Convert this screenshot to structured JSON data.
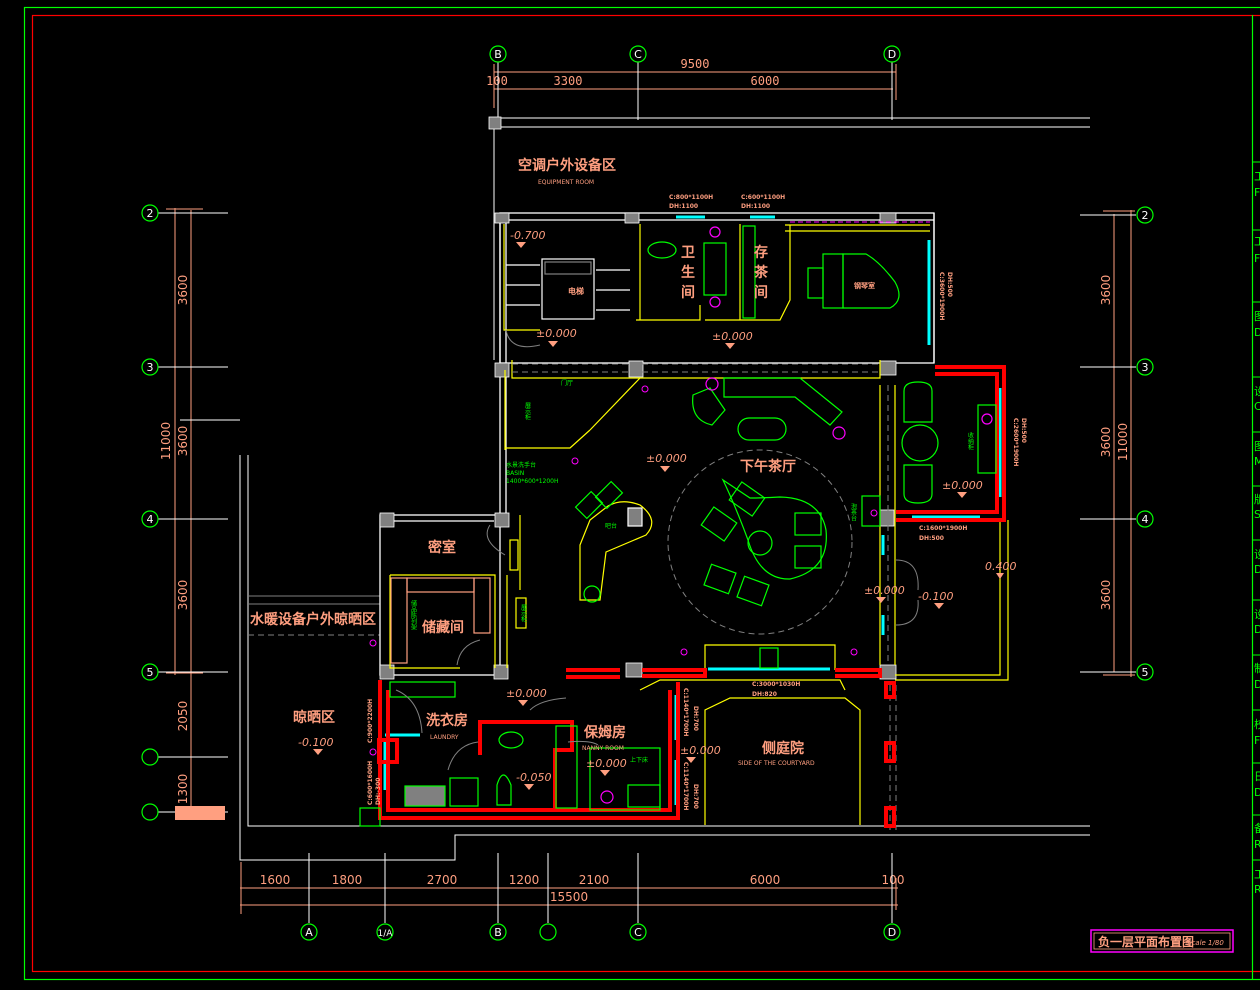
{
  "colors": {
    "background": "#000000",
    "frame_outer": "#00ff00",
    "frame_inner": "#ff0000",
    "dimension": "#ff9f80",
    "label": "#ff9f80",
    "wall": "#ffffff",
    "furniture": "#00ff00",
    "structure_yellow": "#ffff00",
    "glass": "#00ffff",
    "new_wall": "#ff0000",
    "column": "#808080",
    "magenta": "#ff00ff",
    "hidden": "#808080"
  },
  "title_block": {
    "title": "负一层平面布置图",
    "scale": "Scale 1/80"
  },
  "grid_axes": {
    "top": [
      "B",
      "C",
      "D"
    ],
    "bottom": [
      "A",
      "1/A",
      "B",
      "",
      "C",
      "D"
    ],
    "left": [
      "2",
      "3",
      "4",
      "5",
      "",
      ""
    ],
    "right": [
      "2",
      "3",
      "4",
      "5"
    ]
  },
  "dimensions": {
    "top_total": "9500",
    "top_segments": [
      "100",
      "3300",
      "6000"
    ],
    "bottom_total": "15500",
    "bottom_segments": [
      "1600",
      "1800",
      "2700",
      "1200",
      "2100",
      "6000",
      "100"
    ],
    "left_total": "11000",
    "left_segments": [
      "3600",
      "3600",
      "3600",
      "2050",
      "1300"
    ],
    "right_total": "11000",
    "right_segments": [
      "3600",
      "3600",
      "3600"
    ]
  },
  "rooms": {
    "equipment": {
      "cn": "空调户外设备区",
      "en": "EQUIPMENT ROOM"
    },
    "elevator": {
      "cn": "电梯"
    },
    "bathroom": {
      "cn": [
        "卫",
        "生",
        "间"
      ]
    },
    "tea_storage": {
      "cn": [
        "存",
        "茶",
        "间"
      ]
    },
    "piano": {
      "cn": "钢琴室"
    },
    "tea_hall": {
      "cn": "下午茶厅"
    },
    "secret_room": {
      "cn": "密室"
    },
    "storage": {
      "cn": "储藏间"
    },
    "hvac_drying": {
      "cn": "水暖设备户外晾晒区"
    },
    "drying": {
      "cn": "晾晒区"
    },
    "laundry": {
      "cn": "洗衣房",
      "en": "LAUNDRY"
    },
    "nanny": {
      "cn": "保姆房",
      "en": "NANNY ROOM"
    },
    "courtyard": {
      "cn": "侧庭院",
      "en": "SIDE OF THE COURTYARD"
    }
  },
  "small_labels": {
    "entry": "门厅",
    "display1": "展示柜",
    "display2": "展示柜",
    "bar": "吧台",
    "sink_cabinet": "水景洗手台",
    "basin": "BASIN",
    "basin_size": "1400*600*1200H",
    "tea_table": "泡茶台",
    "shelf": "收纳柜",
    "storage_rack": "储品陈列架",
    "bunk": "上下床",
    "side_cabinet": "边柜",
    "door_label": "门"
  },
  "levels": {
    "stair": "-0.700",
    "stair_landing": "±0.000",
    "bath_corridor": "±0.000",
    "hall": "±0.000",
    "tea_room": "±0.000",
    "corridor_right": "±0.000",
    "exterior_right": "-0.100",
    "terrace": "0.400",
    "drying": "-0.100",
    "laundry_front": "±0.000",
    "laundry_bath": "-0.050",
    "nanny": "±0.000",
    "nanny_side": "±0.000"
  },
  "windows": {
    "w1": [
      "C:800*1100H",
      "DH:1100"
    ],
    "w2": [
      "C:600*1100H",
      "DH:1100"
    ],
    "w3": [
      "C:3600*1900H",
      "DH:500"
    ],
    "w4": [
      "C:2600*1900H",
      "DH:500"
    ],
    "w5": [
      "C:1600*1900H",
      "DH:500"
    ],
    "w6": [
      "C:3000*1030H",
      "DH:820"
    ],
    "w7": [
      "C:1140*1700H",
      "DH:700"
    ],
    "w8": [
      "C:1140*1700H",
      "DH:700"
    ],
    "w9": [
      "C:900*2200H",
      "DH:"
    ],
    "w10": [
      "C:600*1600H",
      "DH:-300"
    ]
  },
  "side_panel": {
    "cells": [
      "工",
      "F",
      "工",
      "F",
      "图",
      "D",
      "设",
      "C",
      "图",
      "M",
      "版",
      "S",
      "设",
      "D",
      "设",
      "D",
      "制",
      "D",
      "校",
      "F",
      "日",
      "D",
      "备",
      "R",
      "工",
      "R"
    ]
  }
}
